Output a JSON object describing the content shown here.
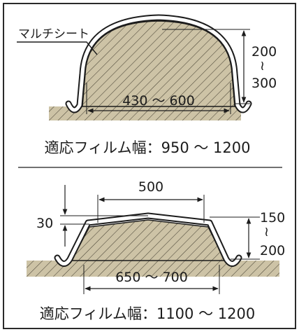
{
  "top_diagram": {
    "mulch_label": "マルチシート",
    "height_top": "200",
    "height_sep": "≀",
    "height_bottom": "300",
    "width_label": "430 ～ 600",
    "caption": "適応フィルム幅：950 ～ 1200"
  },
  "bottom_diagram": {
    "top_width": "500",
    "rise": "30",
    "height_top": "150",
    "height_sep": "≀",
    "height_bottom": "200",
    "width_label": "650 ～ 700",
    "caption": "適応フィルム幅：1100 ～ 1200"
  },
  "colors": {
    "soil": "#cdc3a6",
    "hatch": "#4a4536",
    "line": "#1c1c1c",
    "film": "#ffffff"
  }
}
